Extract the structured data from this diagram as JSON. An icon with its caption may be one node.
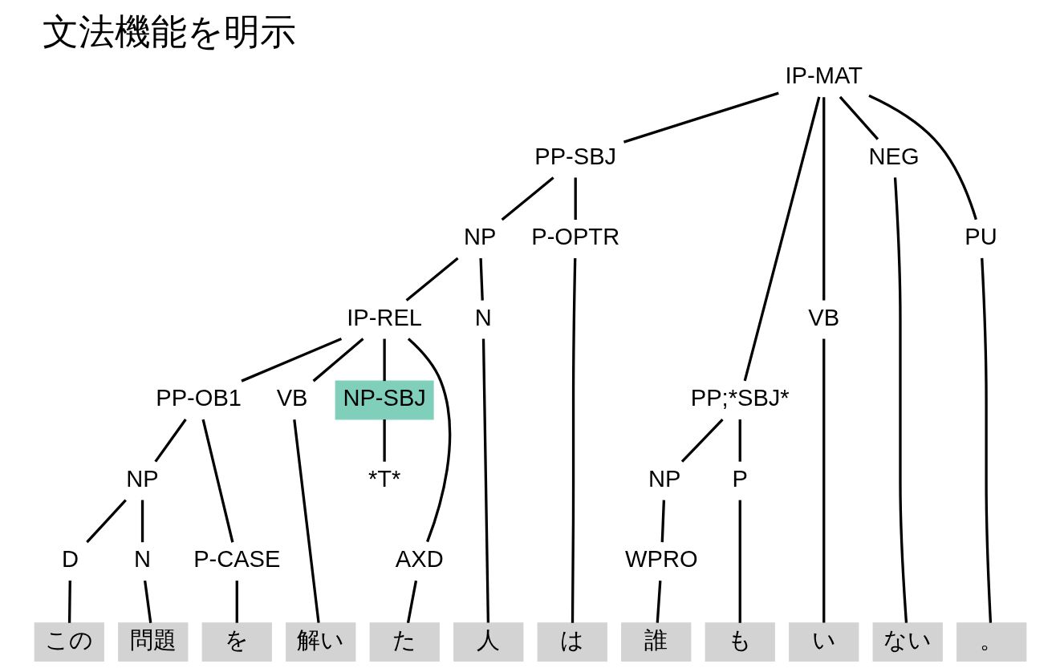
{
  "diagram": {
    "title": "文法機能を明示",
    "nodes": [
      {
        "text": [
          "IP-MAT"
        ]
      },
      {
        "text": [
          "PP-SBJ"
        ]
      },
      {
        "text": [
          "PU"
        ]
      },
      {
        "text": [
          "NP"
        ]
      },
      {
        "text": [
          "P-OPTR"
        ]
      },
      {
        "text": [
          "VB"
        ]
      },
      {
        "text": [
          "IP-REL"
        ]
      },
      {
        "text": [
          "N"
        ]
      },
      {
        "text": [
          "NEG"
        ]
      },
      {
        "text": [
          "NP-SBJ"
        ]
      },
      {
        "text": [
          "PP-OB1"
        ]
      },
      {
        "text": [
          "AXD"
        ]
      },
      {
        "text": [
          "PP;*SBJ*"
        ]
      },
      {
        "text": [
          "*T*"
        ]
      },
      {
        "text": [
          "NP"
        ]
      },
      {
        "text": [
          "VB"
        ]
      },
      {
        "text": [
          "NP"
        ]
      },
      {
        "text": [
          "D"
        ]
      },
      {
        "text": [
          "N"
        ]
      },
      {
        "text": [
          "P-CASE"
        ]
      },
      {
        "text": [
          "WPRO"
        ]
      },
      {
        "text": [
          "P"
        ]
      },
      {
        "text": [
          "この"
        ]
      },
      {
        "text": [
          "問題"
        ]
      },
      {
        "text": [
          "を"
        ]
      },
      {
        "text": [
          "解い"
        ]
      },
      {
        "text": [
          "た"
        ]
      },
      {
        "text": [
          "人"
        ]
      },
      {
        "text": [
          "は"
        ]
      },
      {
        "text": [
          "誰"
        ]
      },
      {
        "text": [
          "も"
        ]
      },
      {
        "text": [
          "い"
        ]
      },
      {
        "text": [
          "ない"
        ]
      },
      {
        "text": [
          "。"
        ]
      }
    ],
    "edges": [
      {
        "from": 0,
        "to": 1,
        "arrow": "none"
      },
      {
        "from": 0,
        "to": 12,
        "arrow": "none"
      },
      {
        "from": 0,
        "to": 5,
        "arrow": "none"
      },
      {
        "from": 0,
        "to": 8,
        "arrow": "none"
      },
      {
        "from": 0,
        "to": 2,
        "arrow": "none"
      },
      {
        "from": 1,
        "to": 3,
        "arrow": "none"
      },
      {
        "from": 1,
        "to": 4,
        "arrow": "none"
      },
      {
        "from": 3,
        "to": 6,
        "arrow": "none"
      },
      {
        "from": 3,
        "to": 7,
        "arrow": "none"
      },
      {
        "from": 6,
        "to": 9,
        "arrow": "none"
      },
      {
        "from": 6,
        "to": 10,
        "arrow": "none"
      },
      {
        "from": 6,
        "to": 15,
        "arrow": "none"
      },
      {
        "from": 6,
        "to": 11,
        "arrow": "none"
      },
      {
        "from": 9,
        "to": 13,
        "arrow": "none"
      },
      {
        "from": 10,
        "to": 14,
        "arrow": "none"
      },
      {
        "from": 10,
        "to": 19,
        "arrow": "none"
      },
      {
        "from": 14,
        "to": 17,
        "arrow": "none"
      },
      {
        "from": 14,
        "to": 18,
        "arrow": "none"
      },
      {
        "from": 12,
        "to": 16,
        "arrow": "none"
      },
      {
        "from": 12,
        "to": 21,
        "arrow": "none"
      },
      {
        "from": 16,
        "to": 20,
        "arrow": "none"
      },
      {
        "from": 17,
        "to": 22,
        "arrow": "none"
      },
      {
        "from": 18,
        "to": 23,
        "arrow": "none"
      },
      {
        "from": 19,
        "to": 24,
        "arrow": "none"
      },
      {
        "from": 15,
        "to": 25,
        "arrow": "none"
      },
      {
        "from": 11,
        "to": 26,
        "arrow": "none"
      },
      {
        "from": 7,
        "to": 27,
        "arrow": "none"
      },
      {
        "from": 4,
        "to": 28,
        "arrow": "none"
      },
      {
        "from": 20,
        "to": 29,
        "arrow": "none"
      },
      {
        "from": 21,
        "to": 30,
        "arrow": "none"
      },
      {
        "from": 5,
        "to": 31,
        "arrow": "none"
      },
      {
        "from": 8,
        "to": 32,
        "arrow": "none"
      },
      {
        "from": 2,
        "to": 33,
        "arrow": "none"
      }
    ]
  }
}
